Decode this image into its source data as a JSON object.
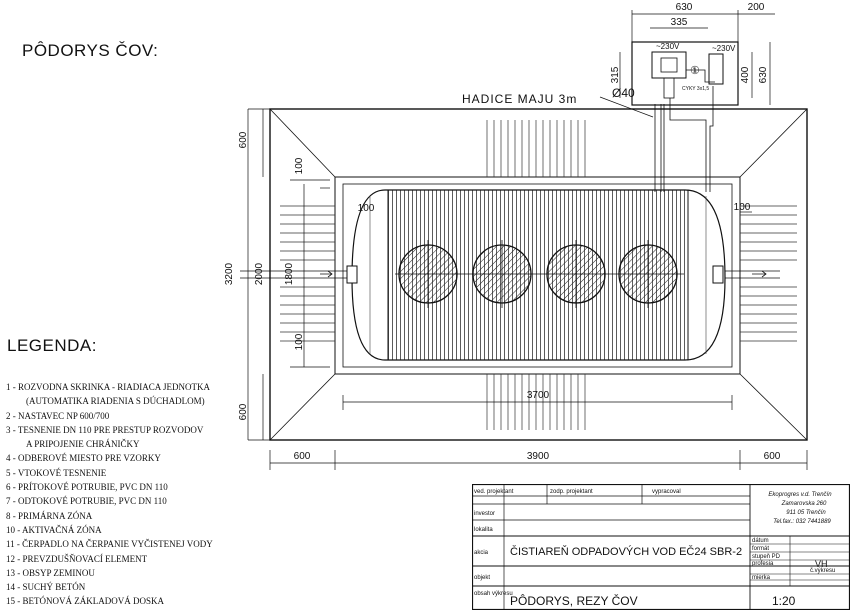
{
  "drawing": {
    "title": "PÔDORYS ČOV:",
    "hose_label": "HADICE MAJU 3m",
    "pipe_diameter": "Ø40",
    "voltage_1": "~230V",
    "voltage_2": "~230V",
    "cable_label": "CYKY 3x1,5",
    "marker_1": "①",
    "dims": {
      "top_630": "630",
      "top_200": "200",
      "top_335": "335",
      "side_315": "315",
      "side_400": "400",
      "side_630": "630",
      "left_600_top": "600",
      "left_600_bottom": "600",
      "left_3200": "3200",
      "left_2000": "2000",
      "left_1800": "1800",
      "inner_100_a": "100",
      "inner_100_b": "100",
      "inner_100_c": "100",
      "inner_100_d": "100",
      "inner_3700": "3700",
      "bottom_600_left": "600",
      "bottom_3900": "3900",
      "bottom_600_right": "600"
    }
  },
  "legend": {
    "title": "LEGENDA:",
    "items": [
      "1  - ROZVODNA SKRINKA - RIADIACA JEDNOTKA",
      "(AUTOMATIKA RIADENIA S DÚCHADLOM)",
      "2  - NASTAVEC NP 600/700",
      "3  - TESNENIE DN 110 PRE PRESTUP ROZVODOV",
      "A PRIPOJENIE CHRÁNIČKY",
      "4  - ODBEROVÉ MIESTO PRE VZORKY",
      "5  - VTOKOVÉ TESNENIE",
      "6  - PRÍTOKOVÉ POTRUBIE, PVC DN 110",
      "7  - ODTOKOVÉ POTRUBIE, PVC DN 110",
      "8  - PRIMÁRNA ZÓNA",
      "10 - AKTIVAČNÁ ZÓNA",
      "11 - ČERPADLO NA ČERPANIE VYČISTENEJ VODY",
      "12 - PREVZDUŠŇOVACÍ ELEMENT",
      "13 - OBSYP ZEMINOU",
      "14 - SUCHÝ BETÓN",
      "15 - BETÓNOVÁ ZÁKLADOVÁ DOSKA"
    ]
  },
  "title_block": {
    "lead_designer": "ved. projektant",
    "resp_designer": "zodp. projektant",
    "prepared": "vypracoval",
    "investor": "investor",
    "location": "lokalita",
    "project_label": "akcia",
    "project_name": "ČISTIAREŇ ODPADOVÝCH VOD  EČ24 SBR-2",
    "object": "objekt",
    "content_label": "obsah výkresu",
    "content": "PÔDORYS, REZY ČOV",
    "scale": "1:20",
    "date_label": "dátum",
    "format_label": "formát",
    "stage_label": "stupeň  PD",
    "profession_label": "profesia",
    "profession": "VH",
    "measure_label": "mierka",
    "drawing_no_label": "č.výkresu",
    "company": "Ekoprogres v.d. Trenčín",
    "street": "Zamarovska 260",
    "city": "911 05 Trenčín",
    "phone": "Tel.fax.: 032 7441889"
  }
}
